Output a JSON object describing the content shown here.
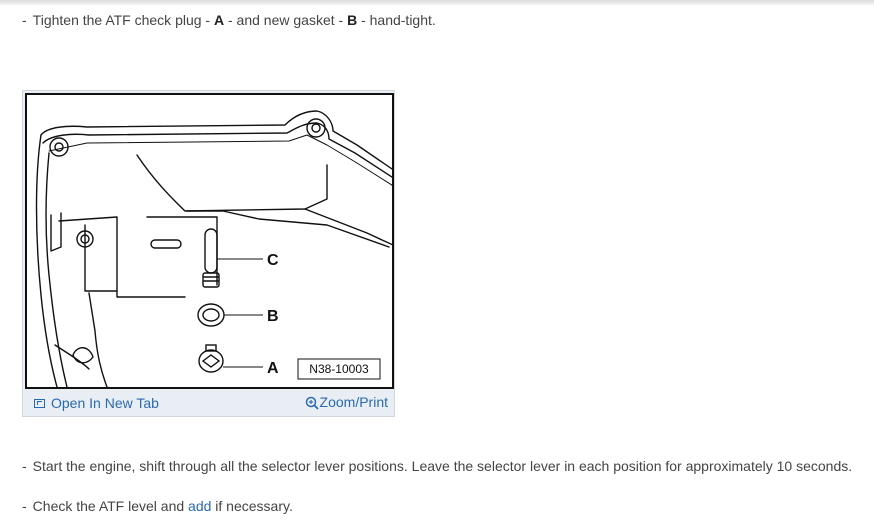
{
  "steps": [
    {
      "dash": "-",
      "text_1": "Tighten the ATF check plug - ",
      "bold_a": "A",
      "text_2": " - and new gasket - ",
      "bold_b": "B",
      "text_3": " - hand-tight."
    },
    {
      "dash": "-",
      "text": "Start the engine, shift through all the selector lever positions. Leave the selector lever in each position for approximately 10 seconds."
    },
    {
      "dash": "-",
      "text_1": "Check the ATF level and ",
      "link": "add",
      "text_2": " if necessary."
    }
  ],
  "figure": {
    "callouts": {
      "a": "A",
      "b": "B",
      "c": "C"
    },
    "figure_id": "N38-10003",
    "open_tab_label": "Open In New Tab",
    "zoom_label": "Zoom/Print",
    "link_color": "#2a6ab0"
  }
}
